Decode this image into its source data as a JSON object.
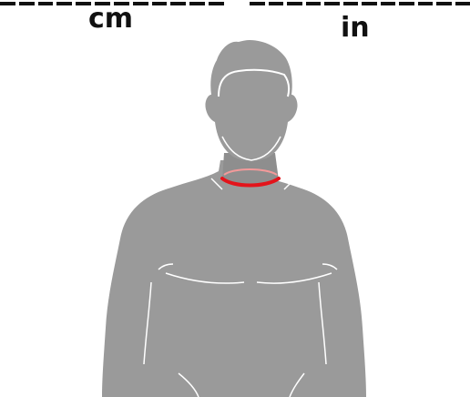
{
  "units": {
    "left": "cm",
    "right": "in"
  },
  "figure": {
    "subject": "neck-measurement",
    "body_color": "#9a9a9a",
    "outline_color": "#ffffff",
    "highlight_color": "#e3141b"
  }
}
